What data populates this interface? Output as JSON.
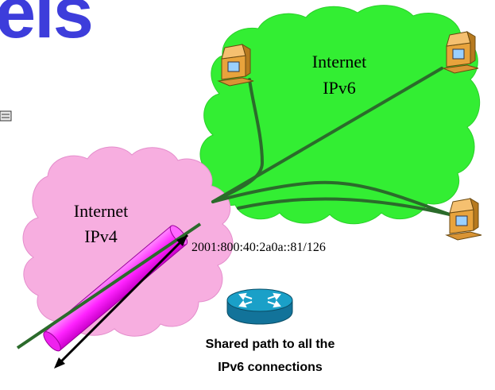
{
  "slide": {
    "title_fragment": "els"
  },
  "ipv6_cloud": {
    "label_line1": "Internet",
    "label_line2": "IPv6",
    "color": "#33ee33"
  },
  "ipv4_cloud": {
    "label_line1": "Internet",
    "label_line2": "IPv4",
    "color": "#f7aee0"
  },
  "tunnel": {
    "address": "2001:800:40:2a0a::81/126",
    "color": "#ff33ff"
  },
  "router": {
    "caption_line1": "Shared path to all the",
    "caption_line2": "IPv6 connections",
    "color": "#1aa0c8"
  },
  "icons": {
    "computer": "desktop-computer-icon",
    "router": "router-icon",
    "fragment": "printer-fragment-icon"
  }
}
